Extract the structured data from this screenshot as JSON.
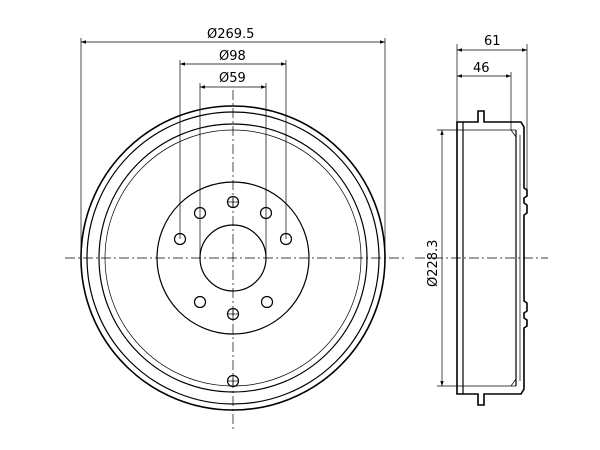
{
  "dimensions": {
    "outer_diameter": "Ø269.5",
    "pcd_diameter": "Ø98",
    "center_bore_diameter": "Ø59",
    "drum_inner_diameter": "Ø228.3",
    "total_height": "61",
    "flange_height": "46"
  }
}
